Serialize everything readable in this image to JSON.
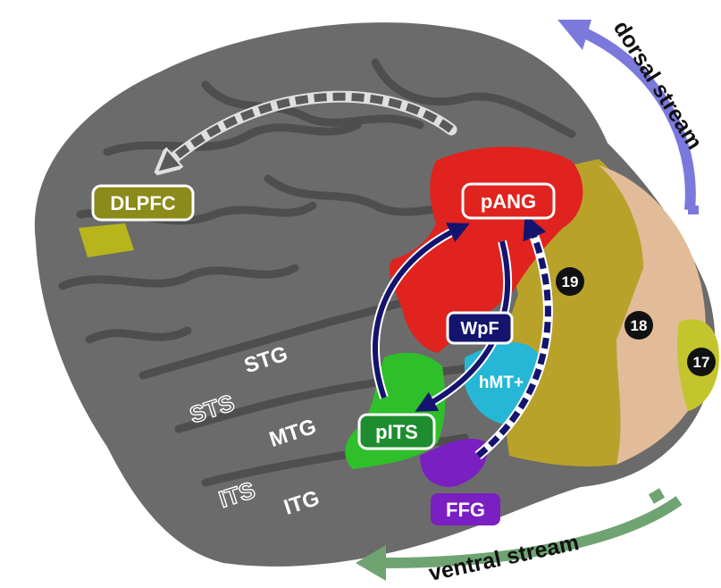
{
  "regions": {
    "dlpfc": "DLPFC",
    "pang": "pANG",
    "wpf": "WpF",
    "hmt": "hMT+",
    "pits": "pITS",
    "ffg": "FFG"
  },
  "gyri": {
    "stg": "STG",
    "sts": "STS",
    "mtg": "MTG",
    "its": "ITS",
    "itg": "ITG"
  },
  "areas": {
    "a19": "19",
    "a18": "18",
    "a17": "17"
  },
  "streams": {
    "dorsal": "dorsal stream",
    "ventral": "ventral stream"
  },
  "colors": {
    "brain": "#6b6b6b",
    "brain_dark": "#4a4a4a",
    "pang_red": "#e0231e",
    "pits_green": "#2fbf2a",
    "ffg_purple": "#7a1fc2",
    "hmt_cyan": "#26b6d6",
    "area19_olive": "#b9a22a",
    "area18_tan": "#e2bc98",
    "area17_yellow": "#c3c52c",
    "dlpfc_olive": "#8c8a18",
    "wpf_navy": "#14146e",
    "dorsal_blue": "#7b79dc",
    "ventral_green": "#6fa472"
  }
}
